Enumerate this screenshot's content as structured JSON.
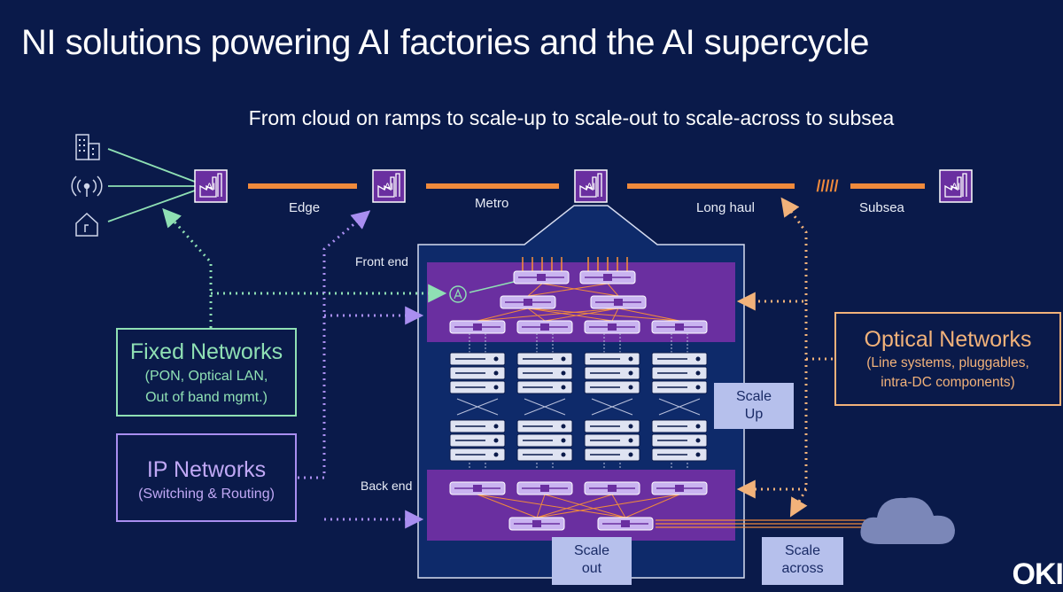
{
  "title": "NI solutions powering AI factories and the AI supercycle",
  "subtitle": "From cloud on ramps to scale-up to scale-out to scale-across to subsea",
  "factory_badge": "AI",
  "segments": {
    "edge": "Edge",
    "metro": "Metro",
    "long_haul": "Long haul",
    "subsea": "Subsea",
    "break_mark": "/////"
  },
  "fabric_labels": {
    "front_end": "Front end",
    "back_end": "Back end"
  },
  "fixed_networks": {
    "title": "Fixed Networks",
    "line1": "(PON, Optical LAN,",
    "line2": "Out of band mgmt.)"
  },
  "ip_networks": {
    "title": "IP Networks",
    "line1": "(Switching & Routing)"
  },
  "optical_networks": {
    "title": "Optical Networks",
    "line1": "(Line systems, pluggables,",
    "line2": "intra-DC components)"
  },
  "scale_up": {
    "line1": "Scale",
    "line2": "Up"
  },
  "scale_out": {
    "line1": "Scale",
    "line2": "out"
  },
  "scale_across": {
    "line1": "Scale",
    "line2": "across"
  },
  "logo_text": "OKI",
  "colors": {
    "background": "#0a1a4a",
    "orange_link": "#f08a3c",
    "fixed_green": "#8fe0b4",
    "ip_purple": "#a98ef0",
    "optical_orange": "#f2b27a",
    "fabric_purple": "#6a2fa0",
    "factory_purple": "#6a2fa0"
  }
}
